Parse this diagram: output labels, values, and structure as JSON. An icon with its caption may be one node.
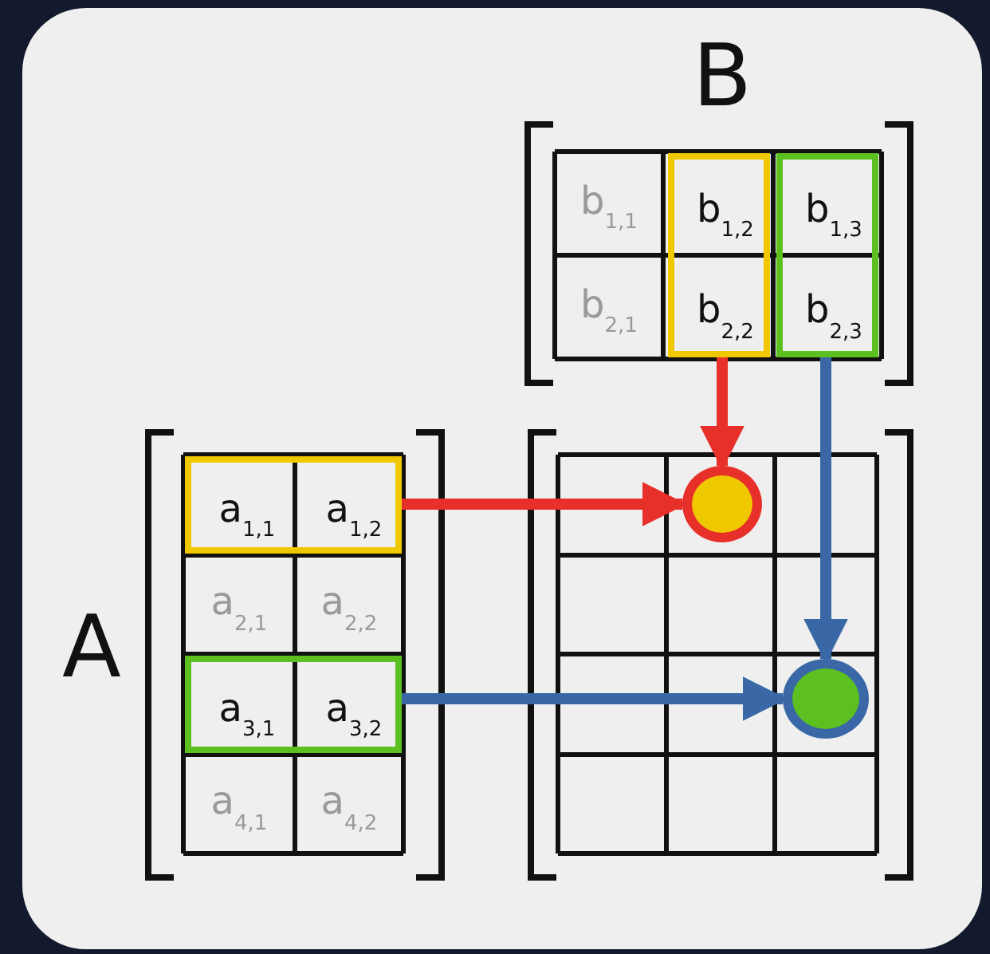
{
  "diagram": {
    "nodes": [
      {
        "text": [],
        "shape": "box"
      },
      {
        "text": [
          "b$_{1,2}$"
        ],
        "in": 0
      },
      {
        "text": [
          "b$_{2,2}$"
        ],
        "in": 0
      },
      {
        "text": [],
        "shape": "box"
      },
      {
        "text": [
          "b$_{1,3}$"
        ],
        "in": 3
      },
      {
        "text": [
          "b$_{2,3}$"
        ],
        "in": 3
      },
      {
        "text": [],
        "shape": "box"
      },
      {
        "text": [
          "a$_{1,1}$"
        ],
        "in": 6
      },
      {
        "text": [
          "a$_{1,2}$"
        ],
        "in": 6
      },
      {
        "text": [],
        "shape": "box"
      },
      {
        "text": [
          "a$_{3,1}$"
        ],
        "in": 9
      },
      {
        "text": [
          "a$_{3,2}$"
        ],
        "in": 9
      },
      {
        "text": [],
        "shape": "circle"
      },
      {
        "text": [],
        "shape": "circle"
      }
    ],
    "edges": [
      {
        "from": 6,
        "to": 12,
        "arrow": "to",
        "color": "#e8302a"
      },
      {
        "from": 0,
        "to": 12,
        "arrow": "to",
        "color": "#e8302a"
      },
      {
        "from": 3,
        "to": 13,
        "arrow": "to",
        "color": "#3a68a6"
      },
      {
        "from": 9,
        "to": 13,
        "arrow": "to",
        "color": "#3a68a6"
      }
    ],
    "labels": [
      "B",
      "b$_{1,1}$",
      "b$_{2,1}$",
      "A",
      "a$_{2,1}$",
      "a$_{2,2}$",
      "a$_{4,1}$",
      "a$_{4,2}$"
    ]
  }
}
